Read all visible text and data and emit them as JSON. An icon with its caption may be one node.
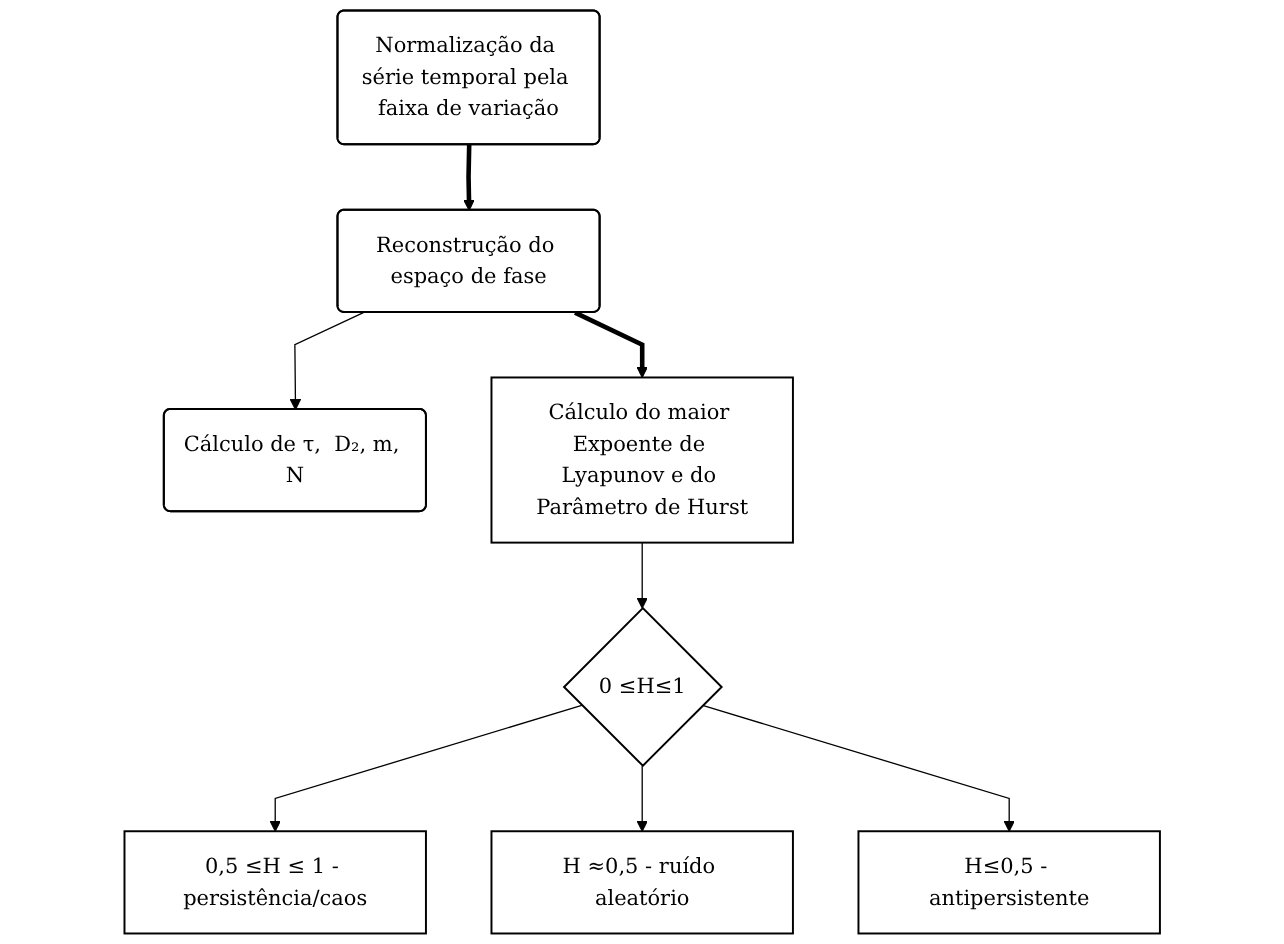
{
  "diagram": {
    "nodes": [
      {
        "text": [
          "Normalização da série temporal pela faixa de variação"
        ]
      },
      {
        "text": [
          "Reconstrução do espaço de fase"
        ]
      },
      {
        "text": [
          "Cálculo de τ,  D₂, m, N"
        ]
      },
      {
        "text": [
          "Cálculo do maior Expoente de Lyapunov e do Parâmetro de Hurst"
        ]
      },
      {
        "text": [
          "0 ≤H≤1"
        ]
      },
      {
        "text": [
          "0,5 ≤H ≤ 1 - persistência/caos"
        ]
      },
      {
        "text": [
          "H ≈0,5 - ruído aleatório"
        ]
      },
      {
        "text": [
          "H≤0,5 - antipersistente"
        ]
      }
    ],
    "edges": [
      {
        "from": 0,
        "to": 1,
        "arrow": "to",
        "style": "thick"
      },
      {
        "from": 1,
        "to": 2,
        "arrow": "to"
      },
      {
        "from": 1,
        "to": 3,
        "arrow": "to",
        "style": "thick"
      },
      {
        "from": 3,
        "to": 4,
        "arrow": "to"
      },
      {
        "from": 4,
        "to": 5,
        "arrow": "to"
      },
      {
        "from": 4,
        "to": 6,
        "arrow": "to"
      },
      {
        "from": 4,
        "to": 7,
        "arrow": "to"
      }
    ]
  }
}
